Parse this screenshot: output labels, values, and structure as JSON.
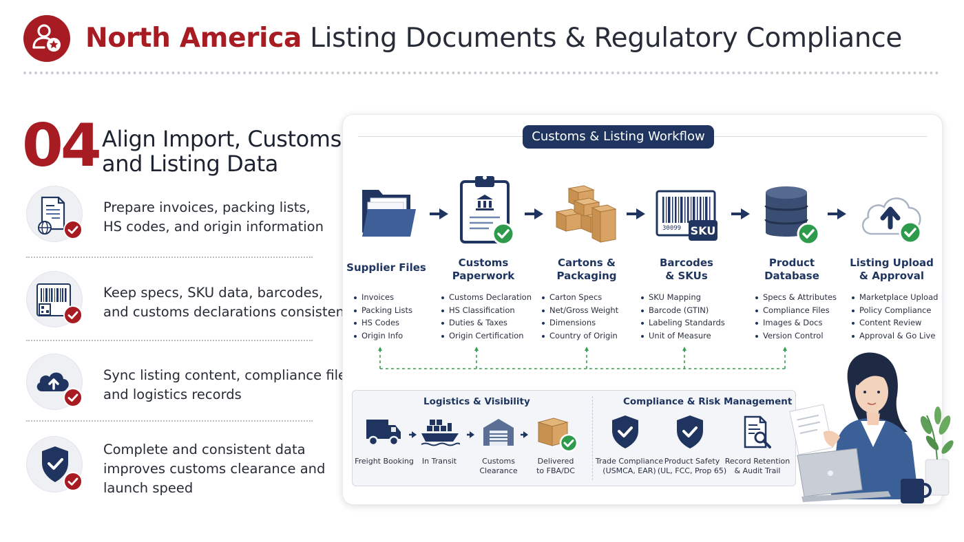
{
  "header": {
    "title_accent": "North America",
    "title_rest": "Listing Documents & Regulatory Compliance",
    "logo_icon": "user-star-icon"
  },
  "section": {
    "number": "04",
    "title_line1": "Align Import, Customs,",
    "title_line2": "and Listing Data"
  },
  "bullets": [
    {
      "icon": "invoice-globe-icon",
      "line1": "Prepare invoices, packing lists,",
      "line2": "HS codes, and origin information",
      "line3": ""
    },
    {
      "icon": "barcode-qr-icon",
      "line1": "Keep specs, SKU data, barcodes,",
      "line2": "and customs declarations consistent",
      "line3": ""
    },
    {
      "icon": "cloud-upload-icon",
      "line1": "Sync listing content, compliance files,",
      "line2": "and logistics records",
      "line3": ""
    },
    {
      "icon": "shield-check-icon",
      "line1": "Complete and consistent data",
      "line2": "improves customs clearance and",
      "line3": "launch speed"
    }
  ],
  "workflow": {
    "title": "Customs & Listing Workflow",
    "steps": [
      {
        "icon": "folder-icon",
        "line1": "Supplier Files",
        "line2": "",
        "items": [
          "Invoices",
          "Packing Lists",
          "HS Codes",
          "Origin Info"
        ]
      },
      {
        "icon": "clipboard-icon",
        "line1": "Customs",
        "line2": "Paperwork",
        "items": [
          "Customs Declaration",
          "HS Classification",
          "Duties & Taxes",
          "Origin Certification"
        ]
      },
      {
        "icon": "boxes-icon",
        "line1": "Cartons &",
        "line2": "Packaging",
        "items": [
          "Carton Specs",
          "Net/Gross Weight",
          "Dimensions",
          "Country of Origin"
        ]
      },
      {
        "icon": "barcode-sku-icon",
        "line1": "Barcodes",
        "line2": "& SKUs",
        "items": [
          "SKU Mapping",
          "Barcode (GTIN)",
          "Labeling Standards",
          "Unit of Measure"
        ],
        "sku_tag": "SKU",
        "barcode_digits": "30099"
      },
      {
        "icon": "database-icon",
        "line1": "Product",
        "line2": "Database",
        "items": [
          "Specs & Attributes",
          "Compliance Files",
          "Images & Docs",
          "Version Control"
        ]
      },
      {
        "icon": "cloud-upload-icon",
        "line1": "Listing Upload",
        "line2": "& Approval",
        "items": [
          "Marketplace Upload",
          "Policy Compliance",
          "Content Review",
          "Approval & Go Live"
        ]
      }
    ]
  },
  "logistics": {
    "title": "Logistics & Visibility",
    "items": [
      {
        "icon": "truck-icon",
        "line1": "Freight Booking",
        "line2": ""
      },
      {
        "icon": "ship-icon",
        "line1": "In Transit",
        "line2": ""
      },
      {
        "icon": "warehouse-icon",
        "line1": "Customs",
        "line2": "Clearance"
      },
      {
        "icon": "box-check-icon",
        "line1": "Delivered",
        "line2": "to FBA/DC"
      }
    ]
  },
  "compliance": {
    "title": "Compliance & Risk Management",
    "items": [
      {
        "icon": "shield-check-icon",
        "line1": "Trade Compliance",
        "line2": "(USMCA, EAR)"
      },
      {
        "icon": "shield-check-icon",
        "line1": "Product Safety",
        "line2": "(UL, FCC, Prop 65)"
      },
      {
        "icon": "document-search-icon",
        "line1": "Record Retention",
        "line2": "& Audit Trail"
      }
    ]
  },
  "colors": {
    "accent_red": "#a61c22",
    "navy": "#1f3560",
    "check_green": "#2e9b4c"
  }
}
